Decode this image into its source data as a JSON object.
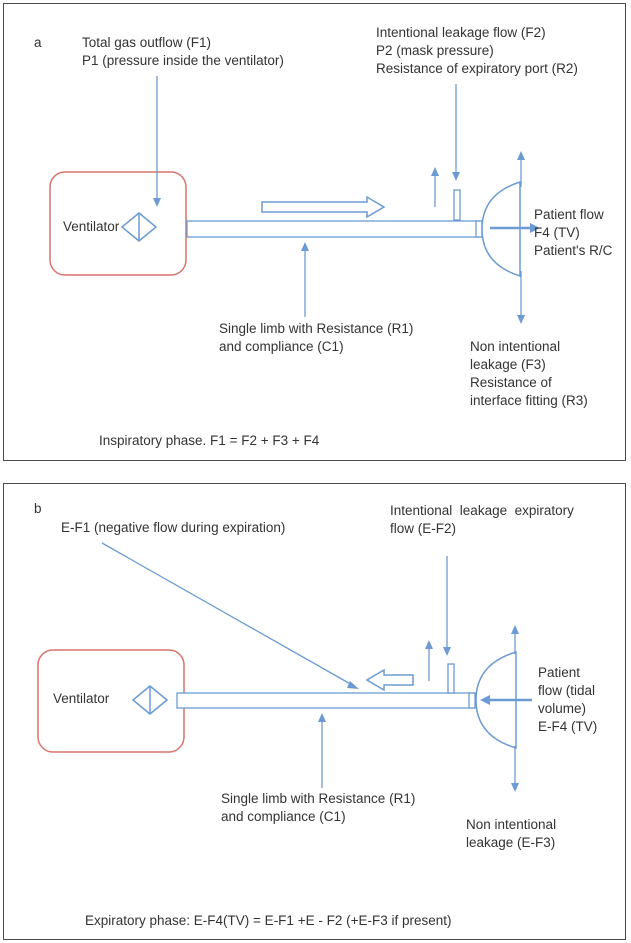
{
  "colors": {
    "ventilator_border": "#d9746b",
    "flow": "#6b9bd2",
    "text": "#333333",
    "frame": "#4a4a4a"
  },
  "panels": [
    {
      "letter": "a",
      "ventilator_label": "Ventilator",
      "outflow_label": "Total gas outflow (F1)\nP1 (pressure inside the ventilator)",
      "intentional_label": "Intentional leakage flow (F2)\nP2 (mask pressure)\nResistance of expiratory port (R2)",
      "patient_label": "Patient flow\nF4 (TV)\nPatient's R/C",
      "limb_label": "Single limb with Resistance (R1)\nand compliance (C1)",
      "nonintentional_label": "Non intentional\nleakage (F3)\nResistance of\ninterface fitting (R3)",
      "equation": "Inspiratory phase. F1 = F2 + F3 + F4"
    },
    {
      "letter": "b",
      "ventilator_label": "Ventilator",
      "outflow_label": "E-F1 (negative flow during expiration)",
      "intentional_label": "Intentional  leakage  expiratory\nflow (E-F2)",
      "patient_label": "Patient\nflow (tidal\nvolume)\nE-F4 (TV)",
      "limb_label": "Single limb with Resistance (R1)\nand compliance (C1)",
      "nonintentional_label": "Non intentional\nleakage (E-F3)",
      "equation": "Expiratory phase: E-F4(TV) = E-F1 +E - F2 (+E-F3 if present)"
    }
  ]
}
